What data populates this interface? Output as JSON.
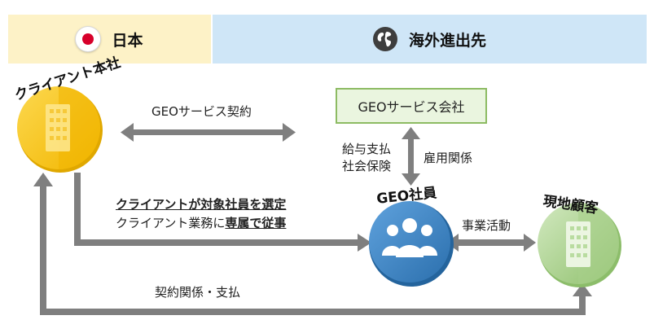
{
  "header": {
    "japan_label": "日本",
    "overseas_label": "海外進出先",
    "japan_icon": "japan-flag",
    "overseas_icon": "globe"
  },
  "nodes": {
    "client_hq": "クライアント本社",
    "geo_company": "GEOサービス会社",
    "geo_employee": "GEO社員",
    "local_customer": "現地顧客"
  },
  "edges": {
    "geo_contract": "GEOサービス契約",
    "salary_line1": "給与支払",
    "salary_line2": "社会保険",
    "employment": "雇用関係",
    "selection_line1": "クライアントが対象社員を選定",
    "selection_line2_prefix": "クライアント業務に",
    "selection_line2_emph": "専属で従事",
    "business": "事業活動",
    "contract_payment": "契約関係・支払"
  },
  "colors": {
    "japan_band": "#fdf2c7",
    "overseas_band": "#cfe6f7",
    "client_circle": "#f9c625",
    "employee_circle": "#3b86c6",
    "customer_circle": "#a9d18e",
    "arrow": "#7f7f7f",
    "geo_box_fill": "#eaf5df",
    "geo_box_border": "#8dbb63"
  }
}
